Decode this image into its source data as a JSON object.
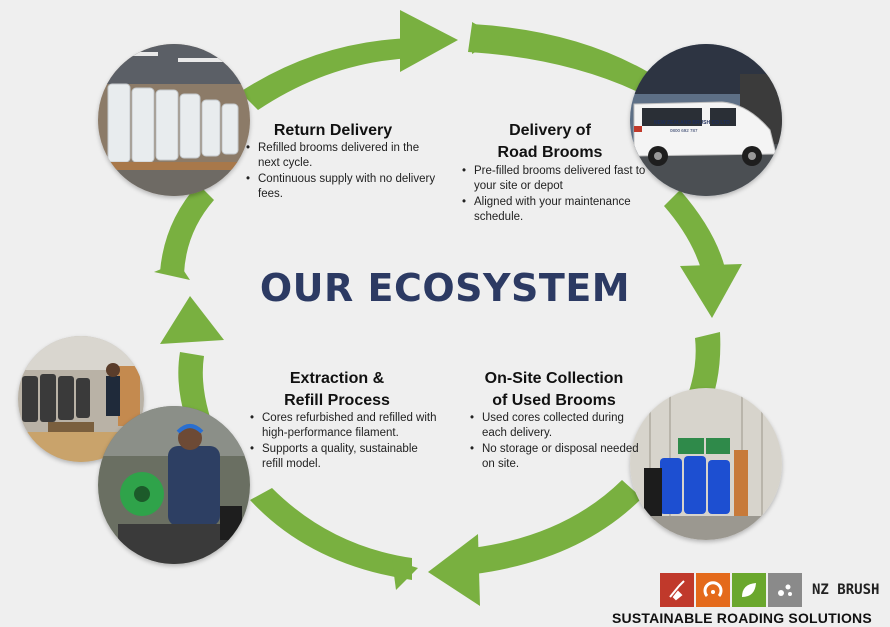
{
  "colors": {
    "background": "#efefef",
    "arrow_green": "#79b040",
    "title_navy": "#2c3a63",
    "brand_red": "#c0392b",
    "brand_orange": "#e46a1b",
    "brand_green": "#6aa72d",
    "brand_gray": "#8a8a8a"
  },
  "center_title": "OUR ECOSYSTEM",
  "sections": {
    "return_delivery": {
      "title_lines": [
        "Return Delivery"
      ],
      "bullets": [
        "Refilled brooms delivered in the next cycle.",
        "Continuous supply with no delivery fees."
      ]
    },
    "delivery_of_road_brooms": {
      "title_lines": [
        "Delivery of",
        "Road Brooms"
      ],
      "bullets": [
        "Pre-filled brooms delivered fast to your site or depot",
        "Aligned with your maintenance schedule."
      ]
    },
    "extraction_refill": {
      "title_lines": [
        "Extraction &",
        "Refill Process"
      ],
      "bullets": [
        "Cores refurbished and refilled with high-performance filament.",
        "Supports a quality, sustainable refill model."
      ]
    },
    "onsite_collection": {
      "title_lines": [
        "On-Site Collection",
        "of Used Brooms"
      ],
      "bullets": [
        "Used cores collected during each delivery.",
        "No storage or disposal needed on site."
      ]
    }
  },
  "van": {
    "company_name": "NEW ZEALAND BRUSH CO LTD",
    "phone": "0800 692 787"
  },
  "brand": {
    "name": "NZ BRUSH",
    "tagline": "SUSTAINABLE ROADING SOLUTIONS",
    "icons": [
      "broom-icon",
      "sweeper-icon",
      "leaf-icon",
      "dots-icon"
    ]
  }
}
